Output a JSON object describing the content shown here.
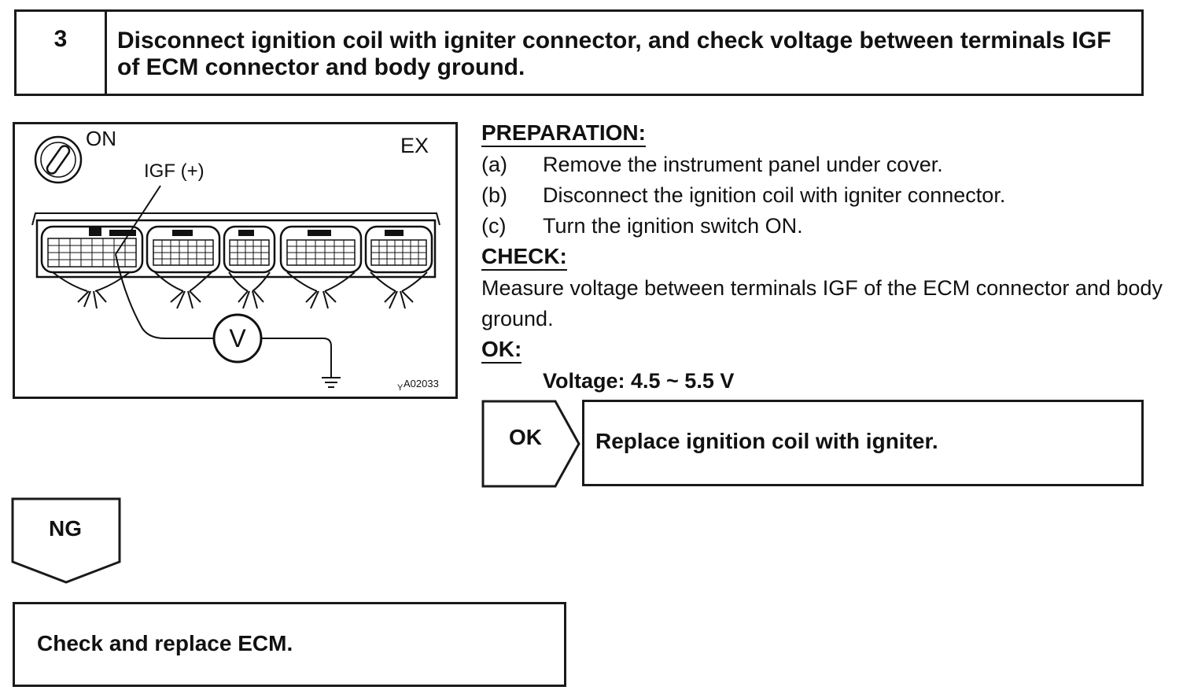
{
  "step": {
    "number": "3",
    "title": "Disconnect ignition coil with igniter connector, and check voltage between terminals IGF of ECM connector and body ground."
  },
  "diagram": {
    "switch_label": "ON",
    "variant_label": "EX",
    "terminal_label": "IGF (+)",
    "meter_symbol": "V",
    "figure_id": "A02033",
    "figure_prefix": "Y"
  },
  "preparation": {
    "heading": "PREPARATION:",
    "steps": [
      {
        "letter": "(a)",
        "text": "Remove the instrument panel under cover."
      },
      {
        "letter": "(b)",
        "text": "Disconnect the ignition coil with igniter connector."
      },
      {
        "letter": "(c)",
        "text": "Turn the ignition switch ON."
      }
    ]
  },
  "check": {
    "heading": "CHECK:",
    "text": "Measure voltage between terminals IGF of the ECM connector and body ground."
  },
  "ok_spec": {
    "heading": "OK:",
    "text": "Voltage: 4.5 ~ 5.5 V"
  },
  "ok_branch": {
    "label": "OK",
    "result": "Replace ignition coil with igniter."
  },
  "ng_branch": {
    "label": "NG",
    "result": "Check and replace ECM."
  }
}
